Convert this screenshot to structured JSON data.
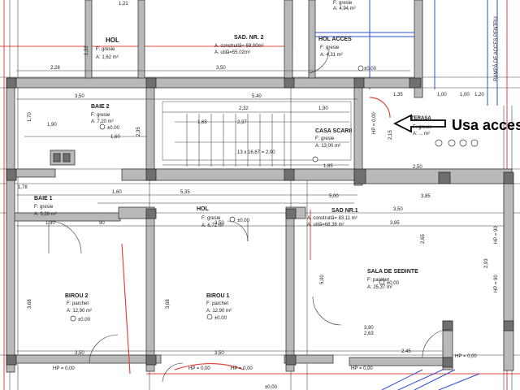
{
  "rooms": {
    "hol_top": {
      "name": "HOL",
      "floor": "F: gresie",
      "area": "A: 1,62 m²"
    },
    "sad2": {
      "name": "SAD. NR. 2",
      "built": "A. construită= 69.00m²",
      "usable": "A. utilă=55.02m²"
    },
    "hol_acces": {
      "name": "HOL ACCES",
      "floor": "F: gresie",
      "area": "A: 4,31 m²"
    },
    "top_right": {
      "floor": "F: gresie",
      "area": "A: 4,94 m²"
    },
    "baie2": {
      "name": "BAIE 2",
      "floor": "F: gresie",
      "area": "A: 7,20 m²",
      "level": "±0.00"
    },
    "casa_scarii": {
      "name": "CASA SCARII",
      "floor": "F: gresie",
      "area": "A: 13,00 m²"
    },
    "terasa": {
      "name": "TERASA",
      "floor": "F: gresie",
      "area": "A: ... m²"
    },
    "baie1": {
      "name": "BAIE 1",
      "floor": "F: gresie",
      "area": "A: 3,28 m²"
    },
    "hol_mid": {
      "name": "HOL",
      "floor": "F: gresie",
      "area": "A: 6,72 m²",
      "level": "±0.00"
    },
    "sad1": {
      "name": "SAD NR.1",
      "built": "A. construită= 83,11 m²",
      "usable": "A. utilă=68,38 m²"
    },
    "sala": {
      "name": "SALA DE SEDINTE",
      "floor": "F: parchet",
      "area": "A: 25,37 m²",
      "level": "±0.00"
    },
    "birou2": {
      "name": "BIROU 2",
      "floor": "F: parchet",
      "area": "A: 12,90 m²",
      "level": "±0.00"
    },
    "birou1": {
      "name": "BIROU 1",
      "floor": "F: parchet",
      "area": "A: 12,90 m²",
      "level": "±0.00"
    }
  },
  "annotation": {
    "usa_acces": "Usa acces"
  },
  "ramp": {
    "label": "RAMPĂ DE ACCES PENTRU"
  },
  "levels": {
    "zero": "±0.00",
    "hp1": "HP = 0,00",
    "hp90": "HP = 90",
    "zero_plain": "±0,00"
  },
  "dims": {
    "d228": "2,28",
    "d350a": "3,50",
    "d540": "5,40",
    "d350b": "3,50",
    "d135": "1,35",
    "d100a": "1,00",
    "d100b": "1,00",
    "d120": "1,20",
    "d232": "2,32",
    "d190a": "1,90",
    "d237": "2,37",
    "d185": "1,85",
    "d165": "1,65",
    "d160a": "1,60",
    "d160b": "1,60",
    "d535": "5,35",
    "d500": "5,00",
    "d385": "3,85",
    "d250": "2,50",
    "d190b": "1,90",
    "d350c": "3,50",
    "d390": "3,90",
    "d263": "2,63",
    "d385b": "3,85",
    "d178": "1,78",
    "d350bot": "3,50",
    "d350bot2": "3,50",
    "d245": "2,45",
    "d121": "1,21",
    "d131": "1,31",
    "d170": "1,70",
    "d235": "2,35",
    "d368": "3,68",
    "d368b": "3,68",
    "d500v": "5,00",
    "d215": "2,15",
    "d265": "2,65",
    "d293": "2,93",
    "d90": "90"
  },
  "stair": {
    "note": "13 x 16,67 = 2,00"
  }
}
